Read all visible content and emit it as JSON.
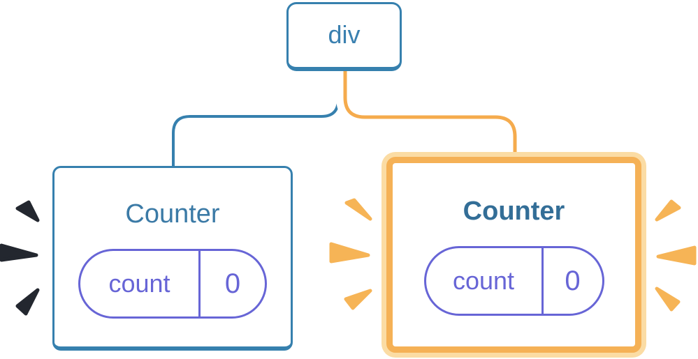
{
  "diagram": {
    "description": "React component tree: a div parent with two Counter children; the right Counter is highlighted as updated",
    "root_node": {
      "label": "div"
    },
    "left_card": {
      "title": "Counter",
      "highlighted": false,
      "state": {
        "key": "count",
        "value": "0"
      }
    },
    "right_card": {
      "title": "Counter",
      "highlighted": true,
      "state": {
        "key": "count",
        "value": "0"
      }
    },
    "colors": {
      "blue": "#3680AE",
      "title_teal": "#336E97",
      "purple": "#6765D6",
      "orange_line": "#F5AB4D",
      "orange_ring": "#F5B156",
      "peach_glow": "#FBDCA4",
      "sparkle_orange": "#F6B456",
      "sparkle_dark": "#23272F",
      "casing_white": "#FFFFFF",
      "background": "#FFFFFF"
    }
  }
}
